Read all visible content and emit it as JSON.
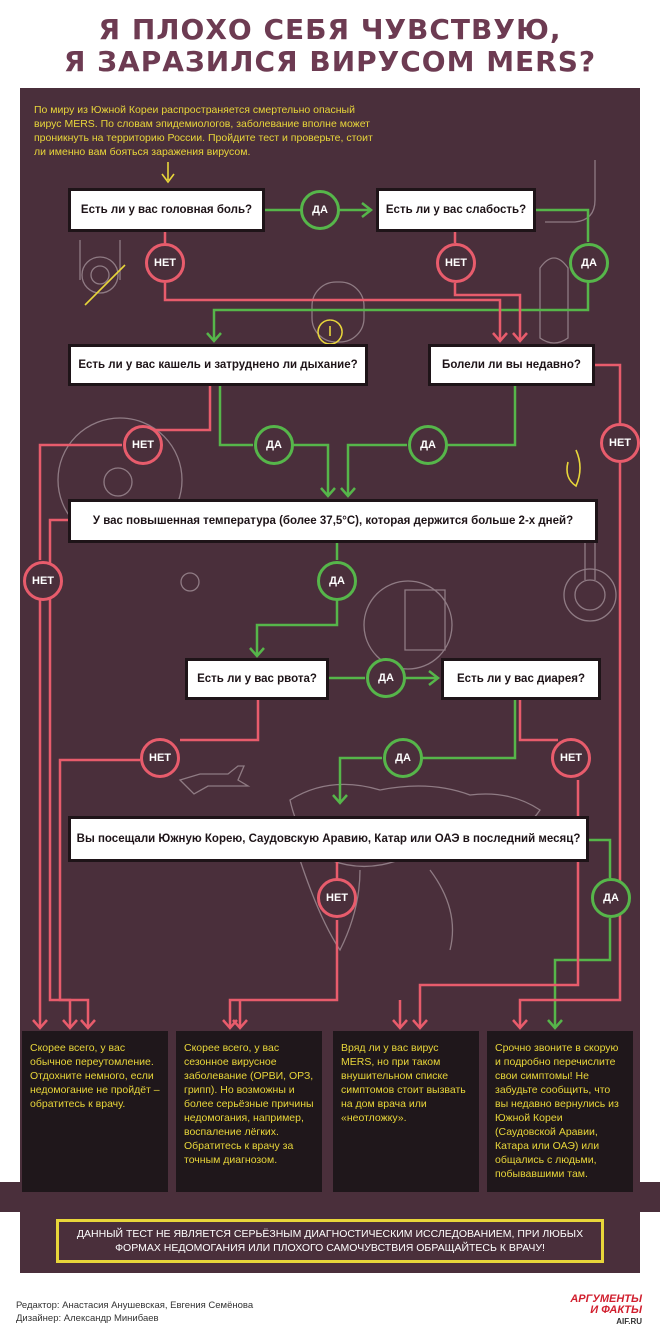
{
  "title": {
    "line1": "Я ПЛОХО СЕБЯ ЧУВСТВУЮ,",
    "line2": "Я ЗАРАЗИЛСЯ ВИРУСОМ MERS?"
  },
  "intro": "По миру из Южной Кореи распространяется смертельно опасный вирус MERS. По словам эпидемиологов, заболевание вполне может проникнуть на территорию России. Пройдите тест и проверьте, стоит ли именно вам бояться заражения вирусом.",
  "questions": {
    "q1": "Есть ли у вас головная боль?",
    "q2": "Есть ли у вас слабость?",
    "q3": "Есть ли у вас кашель и затруднено ли дыхание?",
    "q4": "Болели ли вы недавно?",
    "q5": "У вас повышенная температура (более 37,5°С), которая держится больше 2-х дней?",
    "q6": "Есть ли у вас рвота?",
    "q7": "Есть ли у вас диарея?",
    "q8": "Вы посещали Южную Корею, Саудовскую Аравию, Катар или ОАЭ в последний месяц?"
  },
  "labels": {
    "yes": "ДА",
    "no": "НЕТ"
  },
  "results": {
    "r1": "Скорее всего, у вас обычное переутомление. Отдохните немного, если недомогание не пройдёт – обратитесь к врачу.",
    "r2": "Скорее всего, у вас сезонное вирусное заболевание (ОРВИ, ОРЗ, грипп). Но возможны и более серьёзные причины недомогания, например, воспаление лёгких. Обратитесь к врачу за точным диагнозом.",
    "r3": "Вряд ли у вас вирус MERS, но при таком внушительном списке симптомов стоит вызвать на дом врача или «неотложку».",
    "r4": "Срочно звоните в скорую и подробно перечислите свои симптомы! Не забудьте сообщить, что вы недавно вернулись из Южной Кореи (Саудовской Аравии, Катара или ОАЭ) или общались с людьми, побывавшими там."
  },
  "warning": "ДАННЫЙ ТЕСТ НЕ ЯВЛЯЕТСЯ СЕРЬЁЗНЫМ ДИАГНОСТИЧЕСКИМ ИССЛЕДОВАНИЕМ, ПРИ ЛЮБЫХ ФОРМАХ НЕДОМОГАНИЯ ИЛИ ПЛОХОГО САМОЧУВСТВИЯ ОБРАЩАЙТЕСЬ К ВРАЧУ!",
  "credits": {
    "editor": "Редактор: Анастасия Анушевская, Евгения Семёнова",
    "designer": "Дизайнер: Александр Минибаев"
  },
  "logo": {
    "line1": "АРГУМЕНТЫ",
    "line2": "И ФАКТЫ",
    "site": "AIF.RU"
  },
  "colors": {
    "panel": "#4a2f3b",
    "yes": "#56b64a",
    "no": "#e85c6c",
    "accent": "#e8d63a",
    "title": "#6d3b52"
  }
}
